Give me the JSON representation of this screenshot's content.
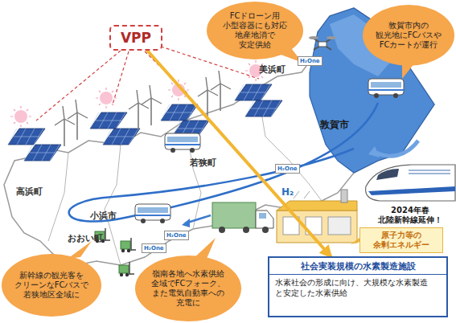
{
  "diagram": {
    "nodes": [
      {
        "text": [
          "VPP"
        ]
      },
      {
        "text": [
          "FCドローン用 小型容器にも対応 地産地消で 安定供給"
        ]
      },
      {
        "text": [
          "敦賀市内の 観光地にFCバスや FCカートが運行"
        ]
      },
      {
        "text": [
          "原子力等の 余剰エネルギー"
        ]
      },
      {
        "text": [
          "新幹線の観光客を クリーンなFCバスで 若狭地区全域に"
        ]
      },
      {
        "text": [
          "嶺南各地へ水素供給 全域でFCフォーク、 また電気自動車への 充電に"
        ]
      },
      {
        "text": [
          "社会実装規模の水素製造施設",
          "水素社会の形成に向け、大規模な水素製造 と安定した水素供給"
        ]
      }
    ],
    "edges": [
      {
        "from": 0,
        "to": 6,
        "arrow": "to"
      }
    ],
    "labels": [
      "美浜町",
      "敦賀市",
      "若狭町",
      "高浜町",
      "小浜市",
      "おおい町",
      "2024年春 北陸新幹線延伸！",
      "H₂One",
      "H₂One",
      "H₂One",
      "H₂One",
      "H₂"
    ]
  }
}
